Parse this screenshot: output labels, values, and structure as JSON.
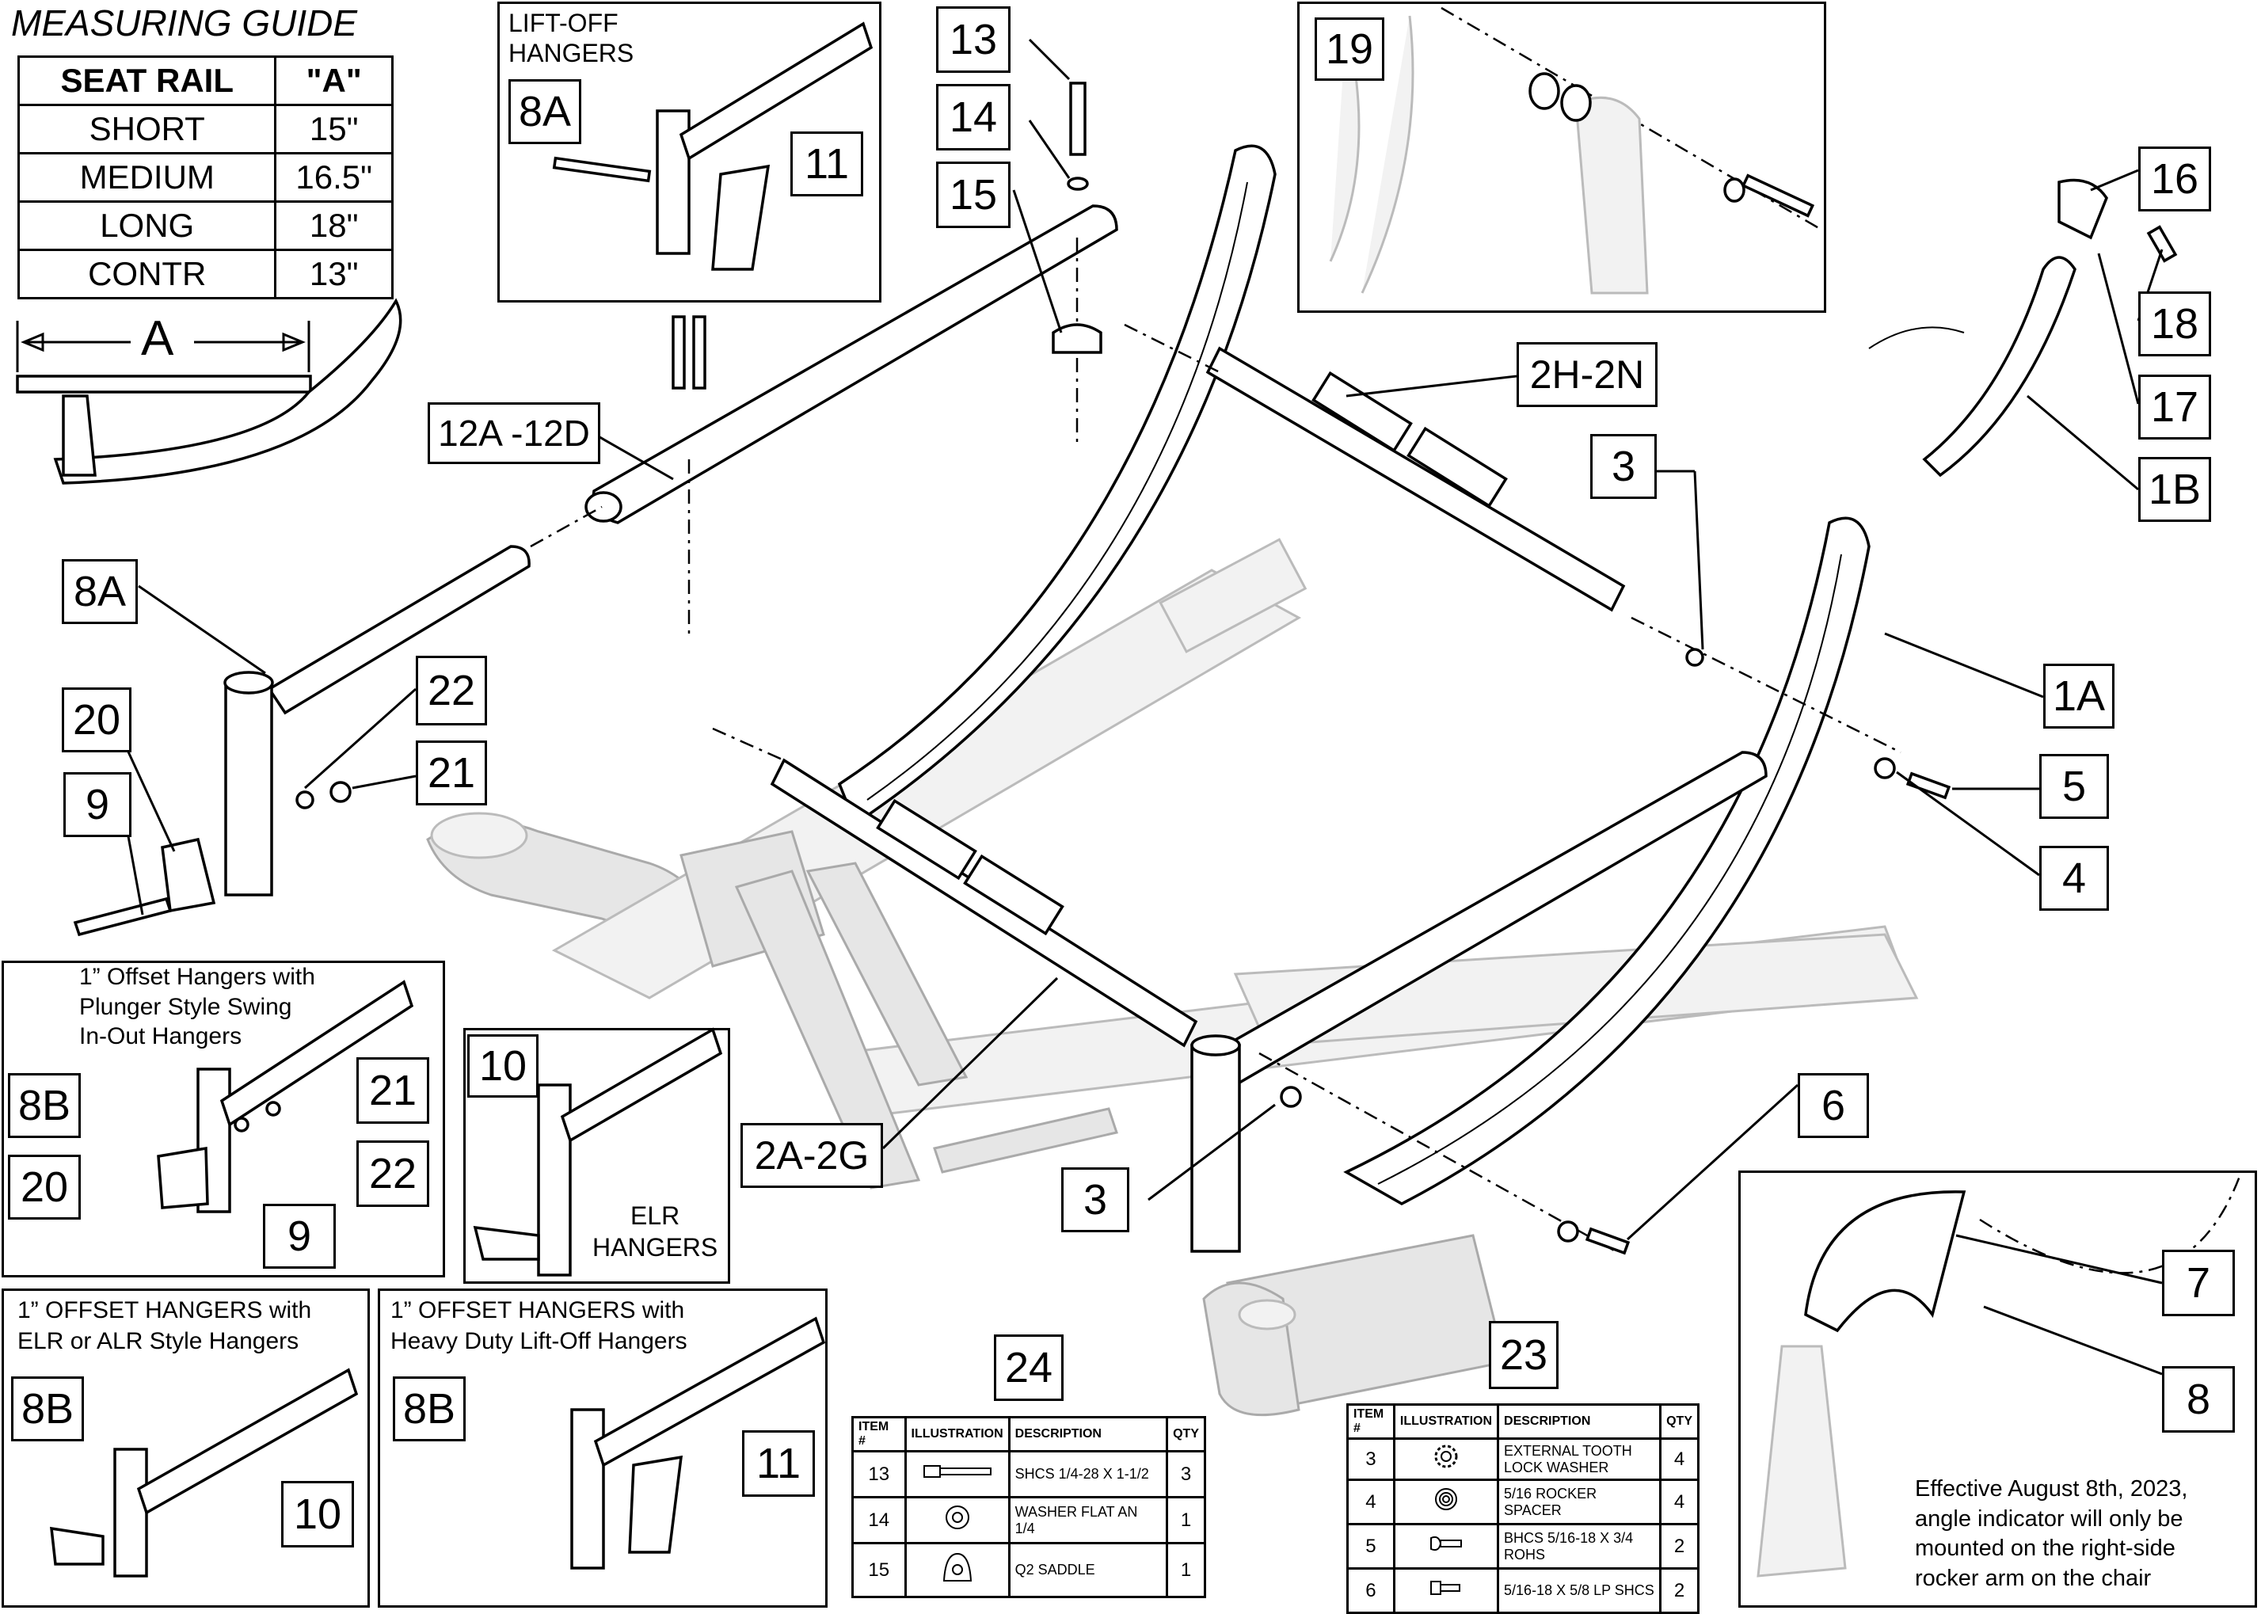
{
  "measuring_guide": {
    "title": "MEASURING GUIDE",
    "headers": [
      "SEAT RAIL",
      "\"A\""
    ],
    "rows": [
      [
        "SHORT",
        "15\""
      ],
      [
        "MEDIUM",
        "16.5\""
      ],
      [
        "LONG",
        "18\""
      ],
      [
        "CONTR",
        "13\""
      ]
    ],
    "dimension_label": "A"
  },
  "callouts": {
    "c13": "13",
    "c14": "14",
    "c15": "15",
    "c19": "19",
    "c16": "16",
    "c18": "18",
    "c17": "17",
    "c1b": "1B",
    "c8a_top": "8A",
    "c11_top": "11",
    "c12": "12A -12D",
    "c2h": "2H-2N",
    "c3_top": "3",
    "c8a": "8A",
    "c1a": "1A",
    "c22": "22",
    "c20": "20",
    "c21": "21",
    "c9": "9",
    "c5": "5",
    "c4": "4",
    "c8b_1": "8B",
    "c21_b": "21",
    "c20_b": "20",
    "c22_b": "22",
    "c9_b": "9",
    "c10": "10",
    "c2a": "2A-2G",
    "c3_bot": "3",
    "c6": "6",
    "c7": "7",
    "c8": "8",
    "c8b_2": "8B",
    "c10_b": "10",
    "c8b_3": "8B",
    "c11_b": "11",
    "c24": "24",
    "c23": "23"
  },
  "insets": {
    "liftoff": "LIFT-OFF\nHANGERS",
    "plunger": "1” Offset Hangers with\nPlunger Style Swing\nIn-Out Hangers",
    "elr_label": "ELR\nHANGERS",
    "elr_alr": "1” OFFSET HANGERS with\nELR or ALR Style Hangers",
    "heavy": "1” OFFSET HANGERS with\nHeavy Duty Lift-Off Hangers",
    "angle_note": "Effective August 8th, 2023,\nangle indicator will only be\nmounted on the right-side\nrocker arm on the chair"
  },
  "table24": {
    "headers": [
      "ITEM #",
      "ILLUSTRATION",
      "DESCRIPTION",
      "QTY"
    ],
    "rows": [
      {
        "item": "13",
        "desc": "SHCS 1/4-28 X 1-1/2",
        "qty": "3",
        "icon": "screw-icon"
      },
      {
        "item": "14",
        "desc": "WASHER FLAT AN 1/4",
        "qty": "1",
        "icon": "washer-icon"
      },
      {
        "item": "15",
        "desc": "Q2 SADDLE",
        "qty": "1",
        "icon": "saddle-icon"
      }
    ]
  },
  "table23": {
    "headers": [
      "ITEM #",
      "ILLUSTRATION",
      "DESCRIPTION",
      "QTY"
    ],
    "rows": [
      {
        "item": "3",
        "desc": "EXTERNAL TOOTH LOCK WASHER",
        "qty": "4",
        "icon": "lock-washer-icon"
      },
      {
        "item": "4",
        "desc": "5/16 ROCKER SPACER",
        "qty": "4",
        "icon": "spacer-icon"
      },
      {
        "item": "5",
        "desc": "BHCS 5/16-18 X 3/4 ROHS",
        "qty": "2",
        "icon": "button-screw-icon"
      },
      {
        "item": "6",
        "desc": "5/16-18 X 5/8 LP SHCS",
        "qty": "2",
        "icon": "low-profile-screw-icon"
      }
    ]
  }
}
